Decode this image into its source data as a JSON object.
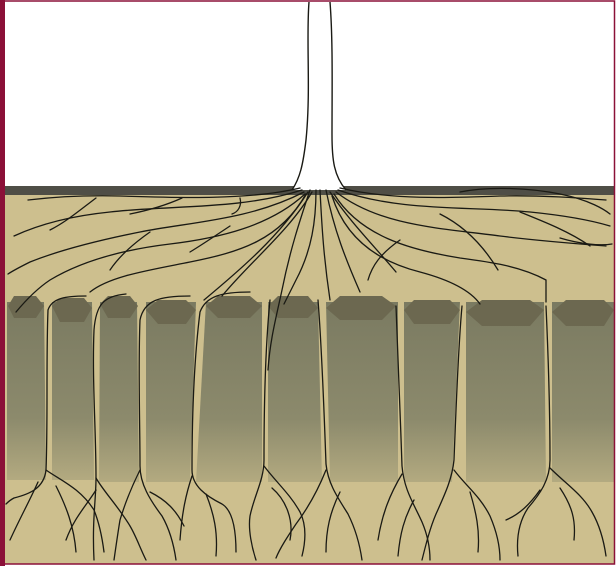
{
  "figure": {
    "kind": "illustration",
    "subject": "tree-root-system",
    "colors": {
      "frame": "#8b1038",
      "sky": "#ffffff",
      "ground_surface": "#4f4e46",
      "soil": "#cdbf8e",
      "column_top": "#7c7c63",
      "column_bottom": "#a9a27a",
      "column_cap": "#6c6850",
      "root_stroke": "#1a1a14"
    },
    "parts": [
      "trunk",
      "ground-surface",
      "topsoil",
      "subsoil-columns",
      "roots"
    ]
  }
}
